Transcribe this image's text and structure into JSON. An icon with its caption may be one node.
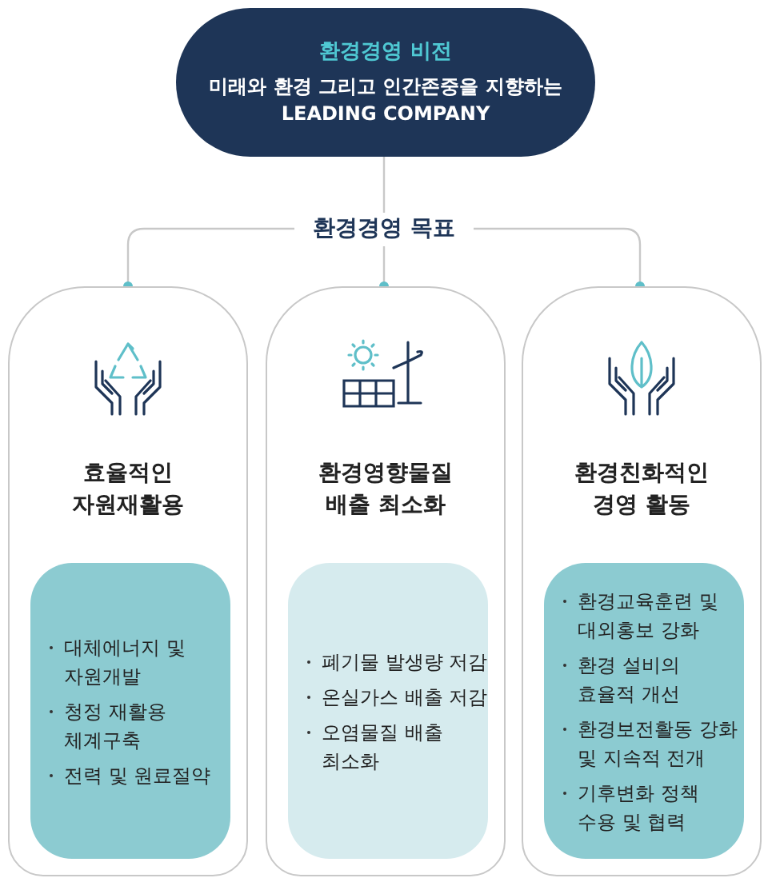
{
  "diagram": {
    "nodes": [
      {
        "text": [
          "환경경영 비전",
          "미래와 환경 그리고 인간존중을 지향하는 LEADING COMPANY"
        ]
      },
      {
        "text": [
          "환경경영 목표"
        ]
      },
      {
        "text": [
          "효율적인 자원재활용"
        ]
      },
      {
        "text": [
          "대체에너지 및 자원개발",
          "청정 재활용 체계구축",
          "전력 및 원료절약"
        ],
        "in": 2
      },
      {
        "text": [
          "환경영향물질 배출 최소화"
        ]
      },
      {
        "text": [
          "폐기물 발생량 저감",
          "온실가스 배출 저감",
          "오염물질 배출 최소화"
        ],
        "in": 4
      },
      {
        "text": [
          "환경친화적인 경영 활동"
        ]
      },
      {
        "text": [
          "환경교육훈련 및 대외홍보 강화",
          "환경 설비의 효율적 개선",
          "환경보전활동 강화 및 지속적 전개",
          "기후변화 정책 수용 및 협력"
        ],
        "in": 6
      }
    ],
    "edges": [
      {
        "from": 0,
        "to": 1,
        "arrow": "none"
      },
      {
        "from": 1,
        "to": 2,
        "arrow": "other"
      },
      {
        "from": 1,
        "to": 4,
        "arrow": "other"
      },
      {
        "from": 1,
        "to": 6,
        "arrow": "other"
      }
    ]
  }
}
